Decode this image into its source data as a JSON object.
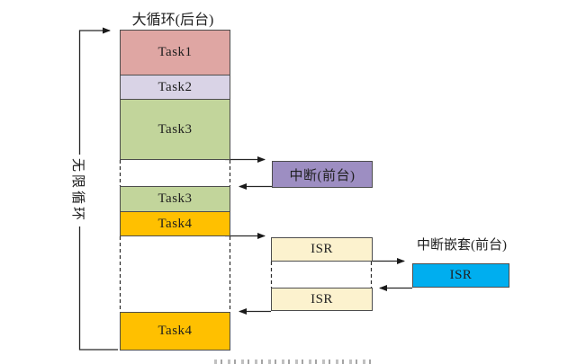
{
  "figure": {
    "title": "大循环(后台)",
    "loop_label": "无限循环",
    "nested_title": "中断嵌套(前台)",
    "boxes": {
      "task1": "Task1",
      "task2": "Task2",
      "task3_first": "Task3",
      "task3_second": "Task3",
      "task4_first": "Task4",
      "task4_last": "Task4",
      "interrupt": "中断(前台)",
      "isr_first": "ISR",
      "isr_second": "ISR",
      "isr_nested": "ISR"
    },
    "colors": {
      "task1_fill": "#dfa6a3",
      "task2_fill": "#d9d3e6",
      "task3_fill": "#c2d59b",
      "task4_fill": "#ffc000",
      "interrupt_fill": "#9d8ec2",
      "isr_fill": "#fcf2ce",
      "nested_isr_fill": "#00aeef",
      "line_color": "#262626"
    }
  }
}
